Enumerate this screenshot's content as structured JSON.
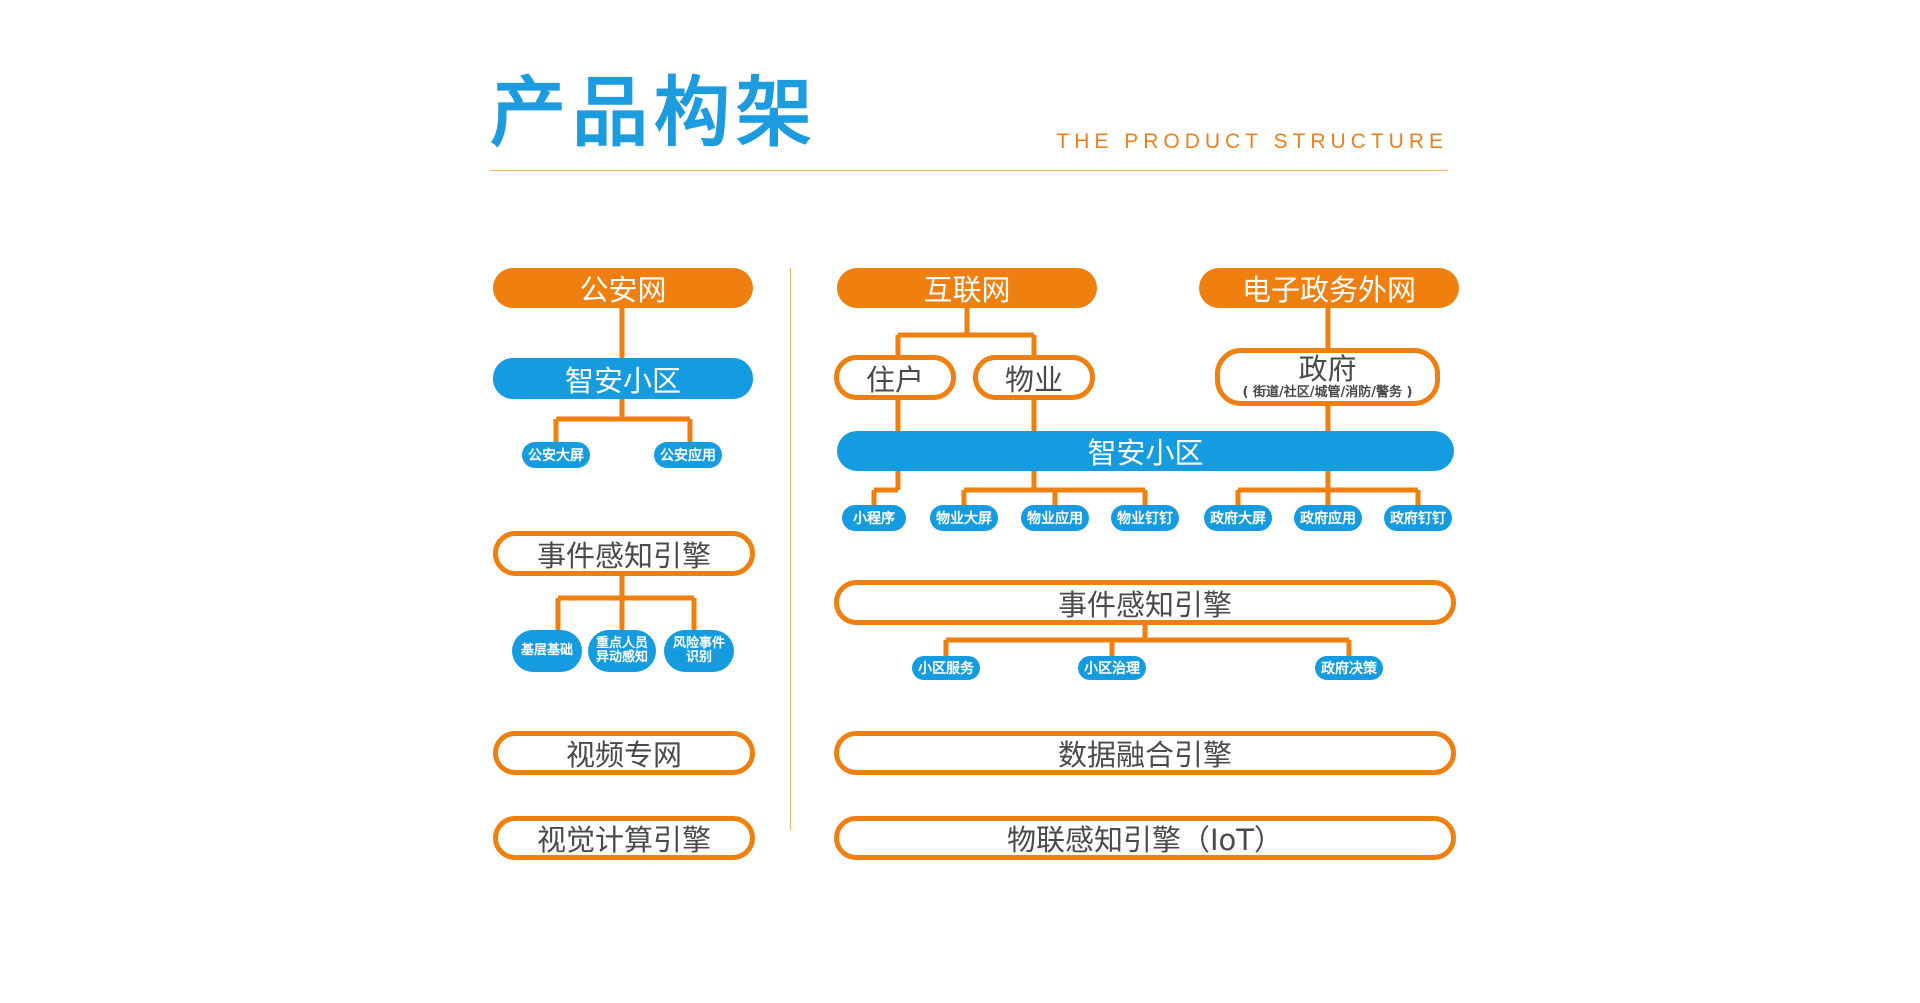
{
  "header": {
    "title": "产品构架",
    "subtitle": "THE PRODUCT STRUCTURE"
  },
  "left": {
    "network": "公安网",
    "platform": "智安小区",
    "apps": [
      "公安大屏",
      "公安应用"
    ],
    "event_engine": "事件感知引擎",
    "event_items": [
      "基层基础",
      "重点人员",
      "异动感知",
      "风险事件",
      "识别"
    ],
    "video_net": "视频专网",
    "vision_engine": "视觉计算引擎"
  },
  "right": {
    "internet": "互联网",
    "gov_net": "电子政务外网",
    "resident": "住户",
    "property": "物业",
    "government": "政府",
    "government_sub": "( 街道/社区/城管/消防/警务 )",
    "platform": "智安小区",
    "apps": [
      "小程序",
      "物业大屏",
      "物业应用",
      "物业钉钉",
      "政府大屏",
      "政府应用",
      "政府钉钉"
    ],
    "event_engine": "事件感知引擎",
    "event_items": [
      "小区服务",
      "小区治理",
      "政府决策"
    ],
    "data_engine": "数据融合引擎",
    "iot_engine": "物联感知引擎（IoT）"
  },
  "colors": {
    "orange": "#ef7f0f",
    "blue": "#159ce0",
    "title_blue": "#1d9bdf",
    "text": "#4a4a4a"
  }
}
